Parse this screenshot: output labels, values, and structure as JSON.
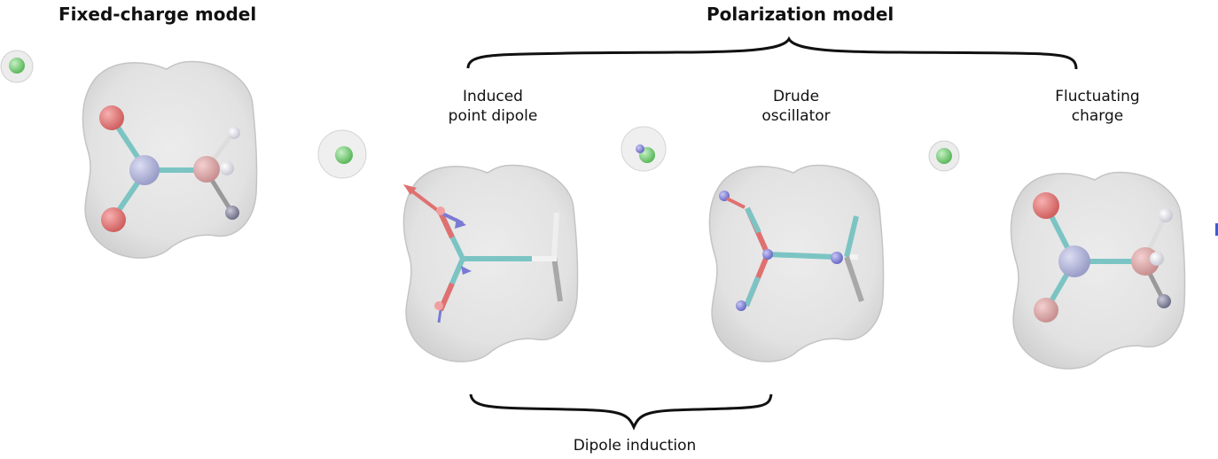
{
  "titles": {
    "fixed_charge": "Fixed-charge model",
    "polarization": "Polarization model"
  },
  "panels": {
    "induced_point_dipole": [
      "Induced",
      "point dipole"
    ],
    "drude_oscillator": [
      "Drude",
      "oscillator"
    ],
    "fluctuating_charge": [
      "Fluctuating",
      "charge"
    ]
  },
  "bottom_label": "Dipole induction",
  "colors": {
    "surface": "#e4e4e4",
    "oxygen": "#e07070",
    "nitrogen": "#b0b4dc",
    "carbon": "#e0a8a8",
    "hydrogen": "#f2f2f2",
    "bond": "#7cc4c4",
    "ion": "#7ecf7e",
    "drude": "#8a8ad8",
    "dipole_arrow_red": "#e07070",
    "dipole_arrow_blue": "#7a7ad4"
  }
}
